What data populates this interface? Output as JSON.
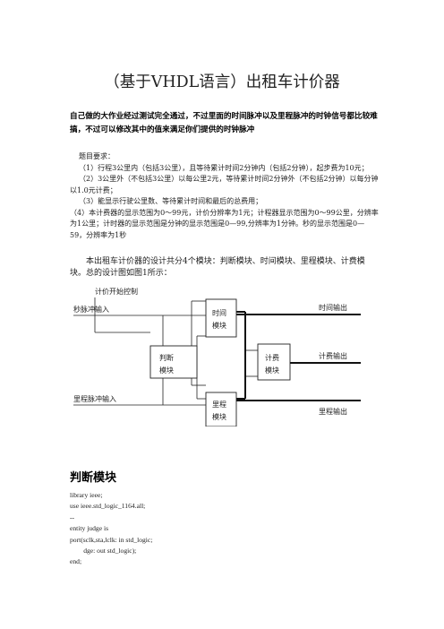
{
  "title": "（基于VHDL语言）出租车计价器",
  "intro": "自己做的大作业经过测试完全通过，不过里面的时间脉冲以及里程脉冲的时钟信号都比较难搞，不过可以修改其中的值来满足你们提供的时钟脉冲",
  "requirements": {
    "heading": "题目要求：",
    "items": [
      "（1）行程3公里内（包括3公里），且等待累计时间2分钟内（包括2分钟），起步费为10元；",
      "（2）3公里外（不包括3公里）以每公里2元，等待累计时间2分钟外（不包括2分钟）以每分钟以1.0元计费；",
      "（3）能显示行驶公里数、等待累计时间和最后的总费用；",
      "（4）本计费器的显示范围为0～99元，计价分辨率为1元；计程器显示范围为0～99公里，分辨率为1公里；计时器的显示范围是分钟的显示范围是0—99,分辨率为1分钟。秒的显示范围是0—59，分辨率为1秒"
    ]
  },
  "design_text": "本出租车计价器的设计共分4个模块：判断模块、时间模块、里程模块、计费模块。总的设计图如图1所示：",
  "diagram": {
    "label_start": "计价开始控制",
    "label_sec_pulse": "秒脉冲输入",
    "label_mile_pulse": "里程脉冲输入",
    "module_time": [
      "时间",
      "模块"
    ],
    "module_judge": [
      "判断",
      "模块"
    ],
    "module_fee": [
      "计费",
      "模块"
    ],
    "module_mile": [
      "里程",
      "模块"
    ],
    "out_time": "时间输出",
    "out_fee": "计费输出",
    "out_mile": "里程输出"
  },
  "section_title": "判断模块",
  "code_lines": [
    "library ieee;",
    "use ieee.std_logic_1164.all;",
    "--",
    "entity judge is",
    "port(sclk,sta,lclk: in std_logic;",
    "        dge: out std_logic);",
    "end;"
  ]
}
